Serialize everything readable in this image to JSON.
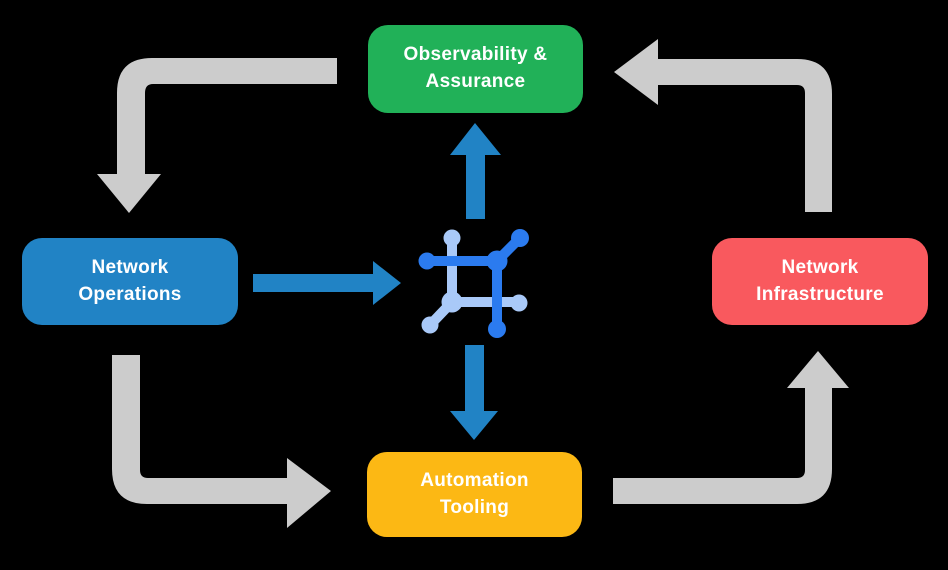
{
  "diagram": {
    "background": "#000000",
    "colors": {
      "arrow_gray": "#CCCCCC",
      "arrow_blue": "#2183C5",
      "icon_dark": "#2B7BEF",
      "icon_light": "#A9C9F8",
      "label_text": "#FFFFFF",
      "observability_green": "#21B158",
      "operations_blue": "#2183C5",
      "infrastructure_red": "#F9595E",
      "automation_yellow": "#FCB814"
    },
    "nodes": {
      "observability": {
        "label": "Observability &\nAssurance",
        "color": "#21B158"
      },
      "operations": {
        "label": "Network\nOperations",
        "color": "#2183C5"
      },
      "infrastructure": {
        "label": "Network\nInfrastructure",
        "color": "#F9595E"
      },
      "automation": {
        "label": "Automation\nTooling",
        "color": "#FCB814"
      }
    },
    "center_icon": "network-fabric-icon",
    "edges": [
      {
        "from": "Observability & Assurance",
        "to": "Network Operations",
        "type": "gray-cycle-arrow"
      },
      {
        "from": "Network Operations",
        "to": "Automation Tooling",
        "type": "gray-cycle-arrow"
      },
      {
        "from": "Automation Tooling",
        "to": "Network Infrastructure",
        "type": "gray-cycle-arrow"
      },
      {
        "from": "Network Infrastructure",
        "to": "Observability & Assurance",
        "type": "gray-cycle-arrow"
      },
      {
        "from": "Network Operations",
        "to": "center-icon",
        "type": "blue-arrow"
      },
      {
        "from": "center-icon",
        "to": "Observability & Assurance",
        "type": "blue-arrow"
      },
      {
        "from": "center-icon",
        "to": "Automation Tooling",
        "type": "blue-arrow"
      }
    ]
  }
}
